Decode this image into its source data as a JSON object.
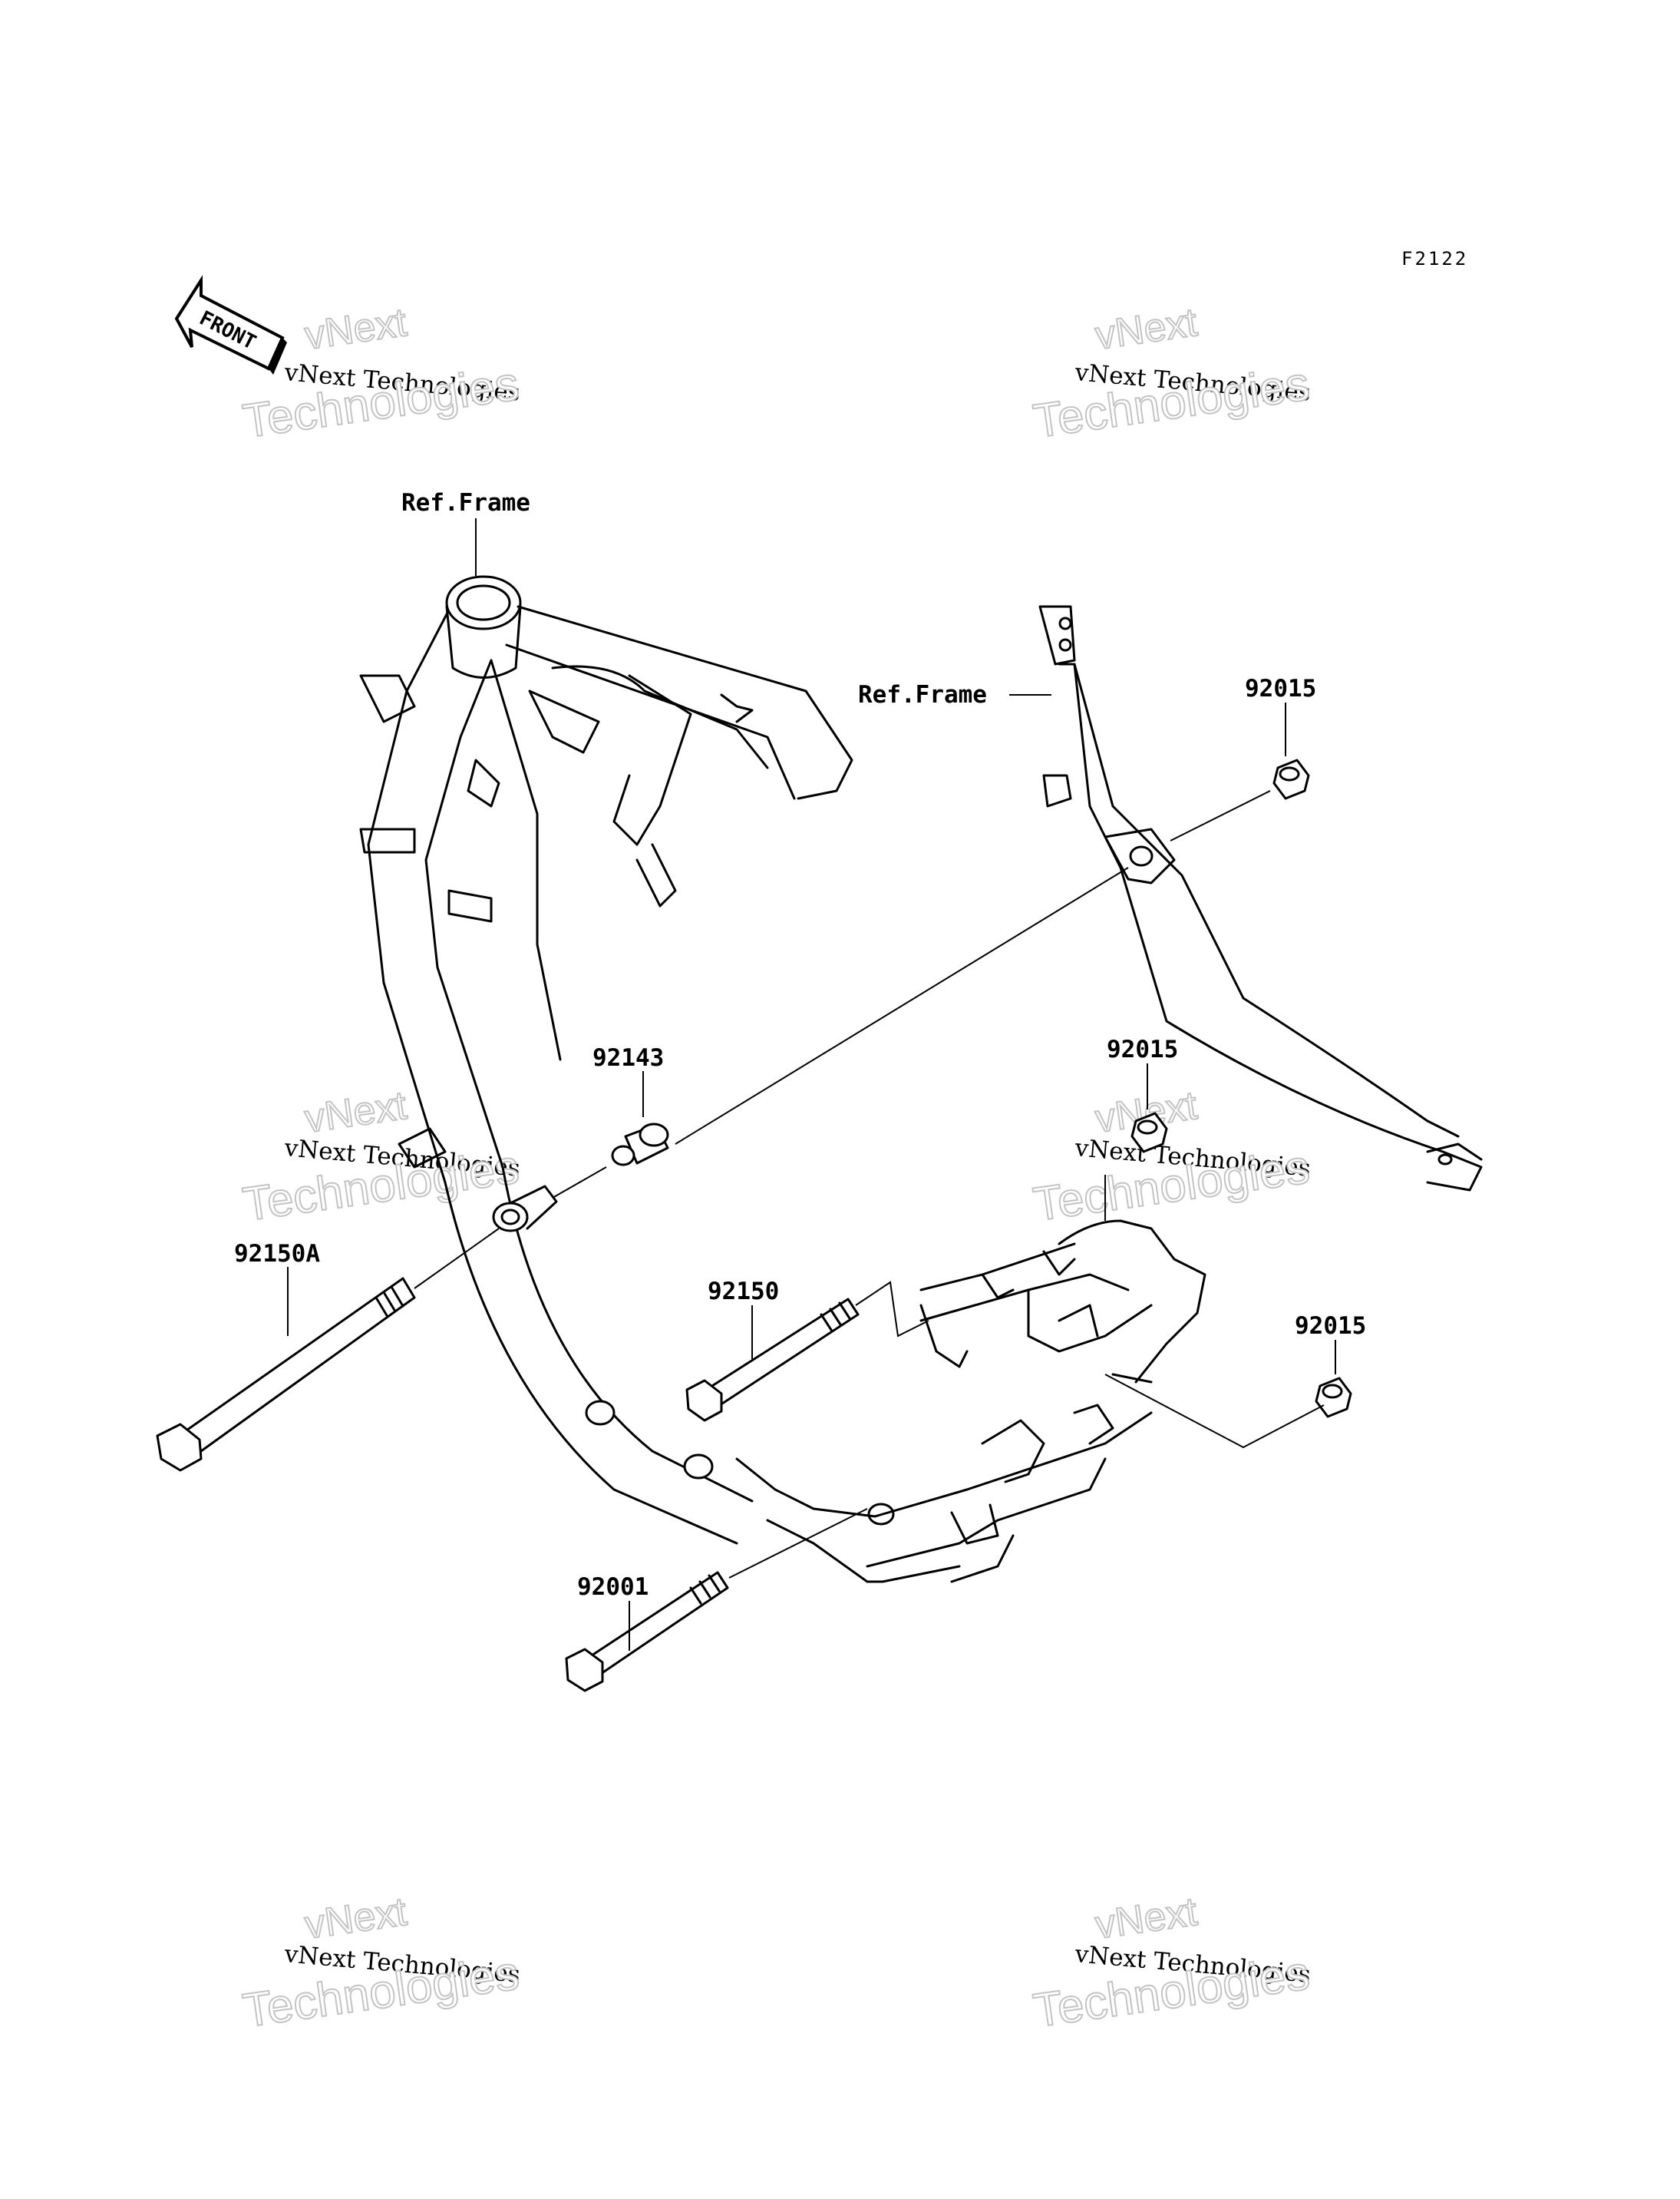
{
  "diagram_code": "F2122",
  "front_marker": "FRONT",
  "labels": {
    "ref_frame_top": "Ref.Frame",
    "ref_frame_right": "Ref.Frame",
    "part_92015_top": "92015",
    "part_92015_mid": "92015",
    "part_92015_low": "92015",
    "part_92143": "92143",
    "part_92150A": "92150A",
    "part_92150": "92150",
    "part_92001": "92001"
  },
  "watermark": {
    "line1": "vNext",
    "line2": "vNext Technologies",
    "line3": "Technologies"
  }
}
